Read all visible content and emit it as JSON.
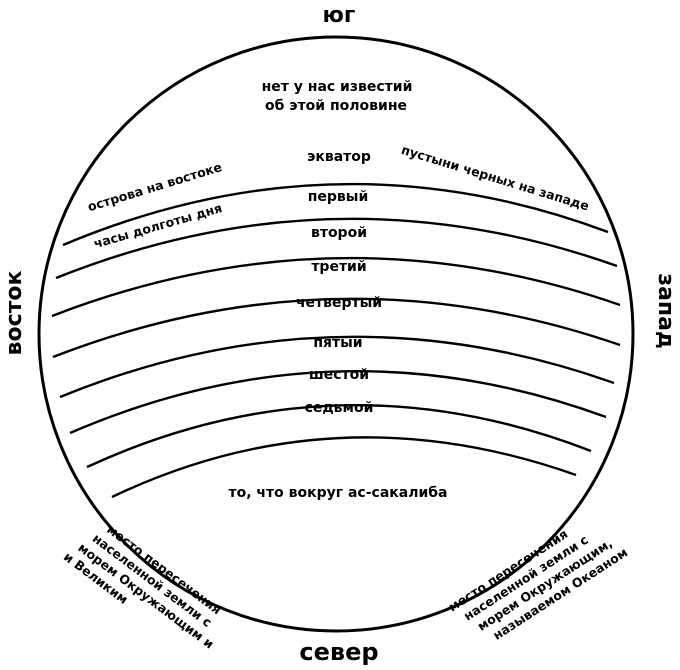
{
  "directions": {
    "south": "юг",
    "north": "север",
    "east": "восток",
    "west": "запад"
  },
  "top_zone": [
    "нет у нас известий",
    "об этой половине"
  ],
  "zones": {
    "equator": "экватор",
    "first": "первый",
    "second": "второй",
    "third": "третий",
    "fourth": "четвертый",
    "fifth": "пятый",
    "sixth": "шестой",
    "seventh": "седьмой",
    "bottom": "то, что вокруг ас-сакалиба"
  },
  "side_notes": {
    "islands_east": "острова на востоке",
    "day_hours": "часы долготы дня",
    "deserts_west": "пустыни черных на западе"
  },
  "corner_notes": {
    "left": [
      "место пересечения",
      "населенной земли с",
      "морем Окружающим и",
      "и Великим"
    ],
    "right": [
      "место пересечения",
      "населенной земли с",
      "морем Окружающим,",
      "называемом Океаном"
    ]
  }
}
